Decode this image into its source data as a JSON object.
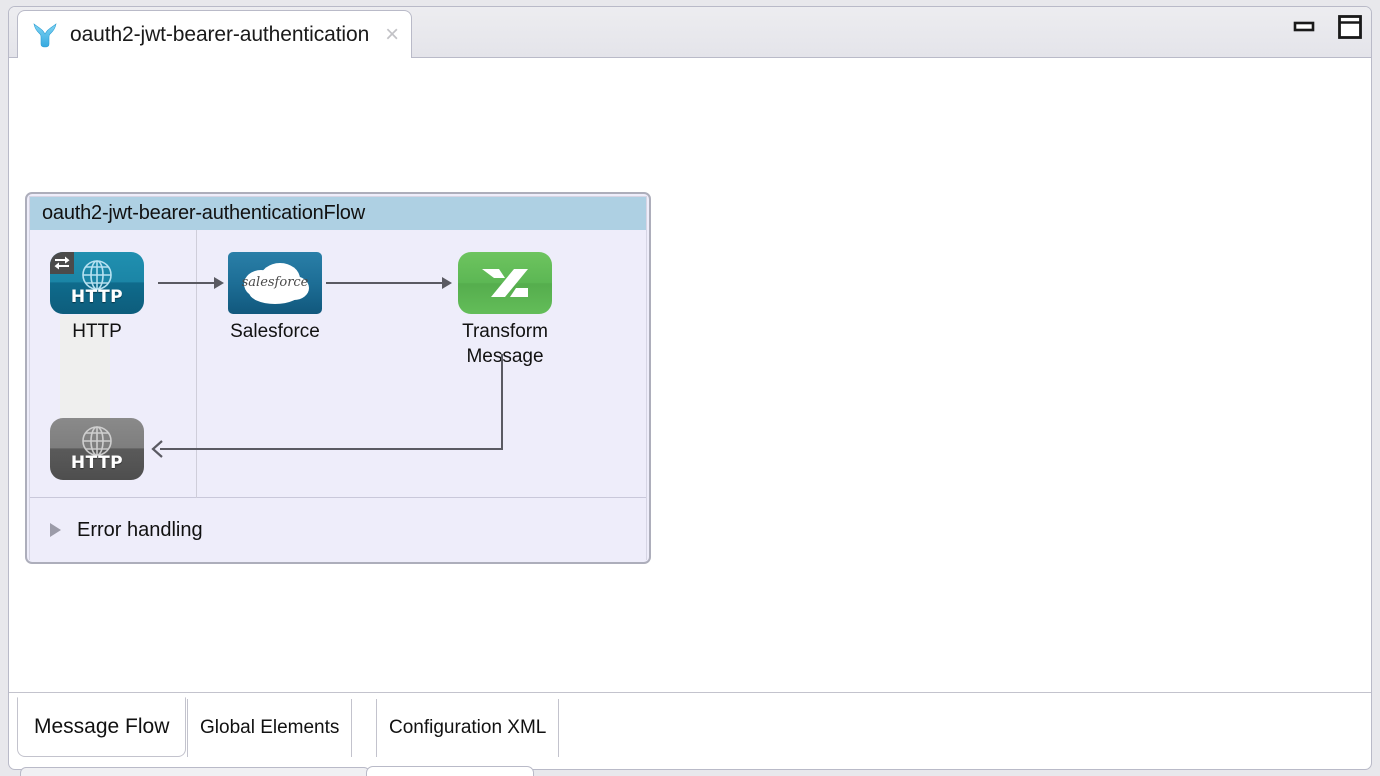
{
  "window": {
    "controls": [
      {
        "name": "minimize",
        "icon": "minimize-icon"
      },
      {
        "name": "maximize",
        "icon": "maximize-icon"
      }
    ]
  },
  "editor_tab": {
    "icon": "mule-logo-icon",
    "title": "oauth2-jwt-bearer-authentication",
    "close_label": "×"
  },
  "flow": {
    "header_title": "oauth2-jwt-bearer-authenticationFlow",
    "header_color": "#aed0e3",
    "background_color": "#eeedfa",
    "nodes": [
      {
        "id": "http-listener",
        "label": "HTTP",
        "icon": "http-listener-icon",
        "badge": "inbound-endpoint-badge",
        "word": "HTTP",
        "color": "#1b85a6"
      },
      {
        "id": "salesforce",
        "label": "Salesforce",
        "icon": "salesforce-connector-icon",
        "word": "salesforce",
        "color": "#1d6e96"
      },
      {
        "id": "transform-message",
        "label": "Transform Message",
        "label_line1": "Transform",
        "label_line2": "Message",
        "icon": "transform-message-icon",
        "color": "#5cb754"
      },
      {
        "id": "http-response",
        "label": "",
        "icon": "http-response-icon",
        "word": "HTTP",
        "color": "#6e6e6e"
      }
    ],
    "error_handling": {
      "label": "Error handling",
      "expanded": false,
      "disclosure_icon": "triangle-right-icon"
    }
  },
  "bottom_tabs": {
    "active": "Message Flow",
    "items": [
      {
        "label": "Message Flow",
        "active": true
      },
      {
        "label": "Global Elements",
        "active": false
      },
      {
        "label": "Configuration XML",
        "active": false
      }
    ]
  }
}
